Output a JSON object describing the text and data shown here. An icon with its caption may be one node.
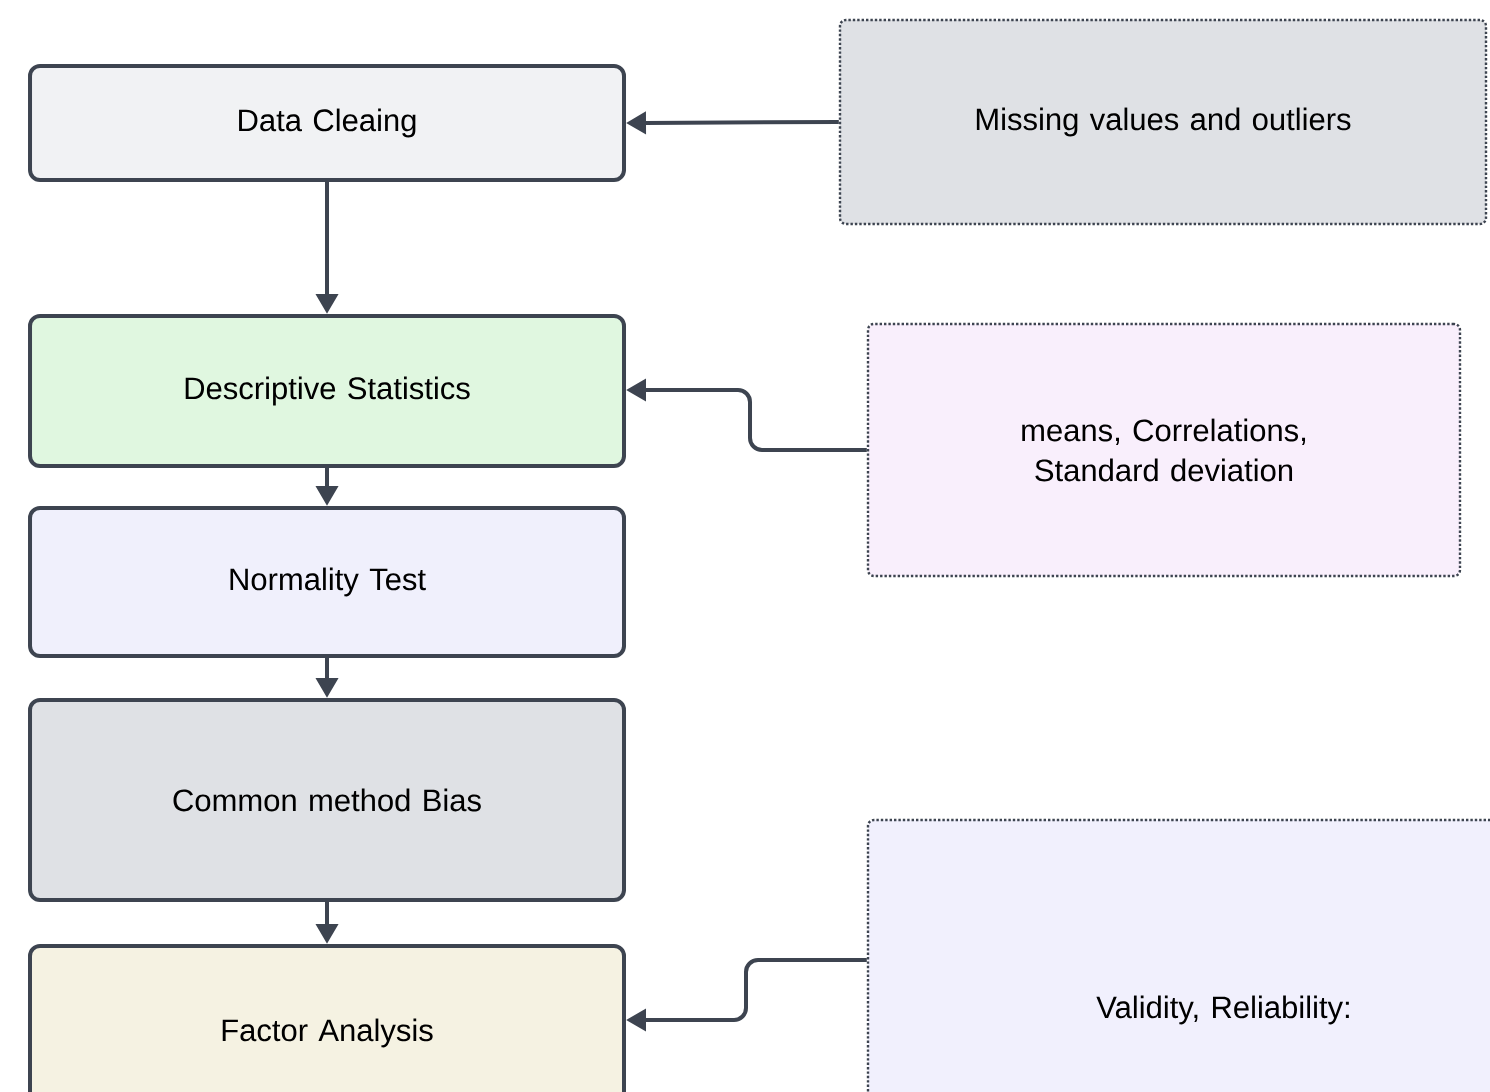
{
  "diagram": {
    "nodes": [
      {
        "text": [
          "Data Cleaing"
        ]
      },
      {
        "text": [
          "Missing values and outliers"
        ]
      },
      {
        "text": [
          "Descriptive Statistics"
        ]
      },
      {
        "text": [
          "means, Correlations, Standard deviation"
        ]
      },
      {
        "text": [
          "Normality Test"
        ]
      },
      {
        "text": [
          "Common method Bias"
        ]
      },
      {
        "text": [
          "Factor Analysis"
        ]
      },
      {
        "text": [
          "Validity, Reliability:"
        ]
      }
    ],
    "edges": [
      {
        "from": 1,
        "to": 0,
        "arrow": "to"
      },
      {
        "from": 0,
        "to": 2,
        "arrow": "to"
      },
      {
        "from": 3,
        "to": 2,
        "arrow": "to"
      },
      {
        "from": 2,
        "to": 4,
        "arrow": "to"
      },
      {
        "from": 4,
        "to": 5,
        "arrow": "to"
      },
      {
        "from": 5,
        "to": 6,
        "arrow": "to"
      },
      {
        "from": 7,
        "to": 6,
        "arrow": "to"
      }
    ]
  }
}
